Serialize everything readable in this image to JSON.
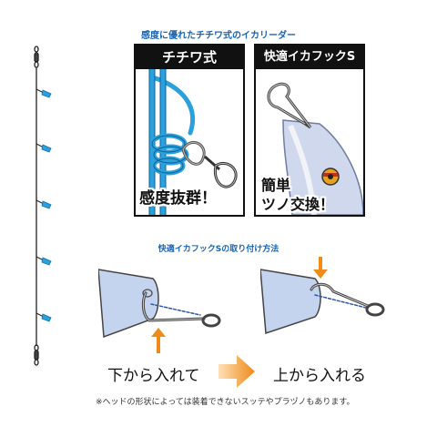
{
  "header": {
    "title": "感度に優れたチチワ式のイカリーダー"
  },
  "panels": {
    "left": {
      "title": "チチワ式",
      "label": "感度抜群！"
    },
    "right": {
      "title": "快適イカフックS",
      "label_line1": "簡単",
      "label_line2": "ツノ交換！"
    }
  },
  "howto": {
    "title": "快適イカフックSの取り付け方法",
    "step1": "下から入れて",
    "step2": "上から入れる"
  },
  "note": "※ヘッドの形状によっては装着できないスッテやプラヅノもあります。",
  "colors": {
    "line_blue": "#2aa0dc",
    "heading_blue": "#1a64b4",
    "arrow_orange": "#f08a18",
    "tube_blue": "#c4d4ee"
  }
}
